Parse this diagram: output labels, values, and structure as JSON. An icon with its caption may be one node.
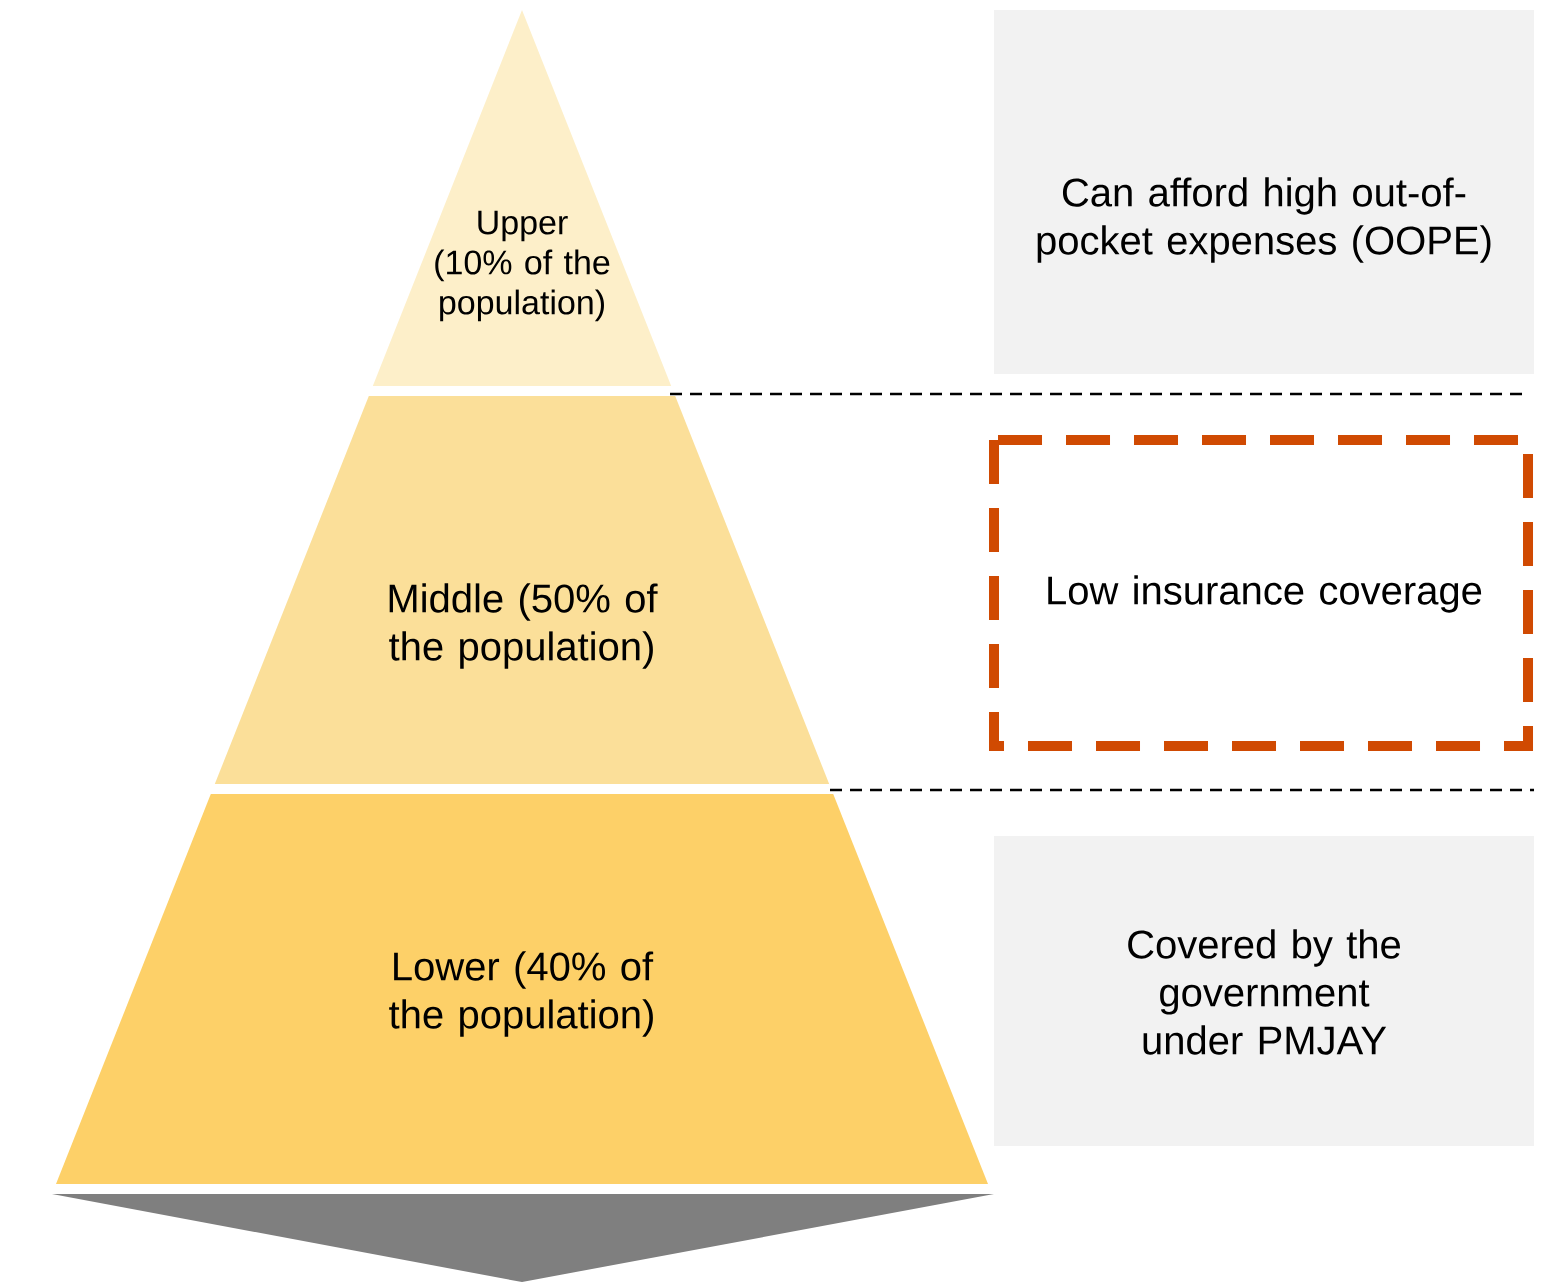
{
  "diagram": {
    "nodes": [
      {
        "text": [
          "Upper (10% of the population)"
        ]
      },
      {
        "text": [
          "Middle (50% of the population)"
        ]
      },
      {
        "text": [
          "Lower (40% of the population)"
        ]
      },
      {
        "text": [
          "Can afford high out-of-pocket expenses (OOPE)"
        ]
      },
      {
        "text": [
          "Low insurance coverage"
        ]
      },
      {
        "text": [
          "Covered by the government under PMJAY"
        ]
      }
    ]
  }
}
